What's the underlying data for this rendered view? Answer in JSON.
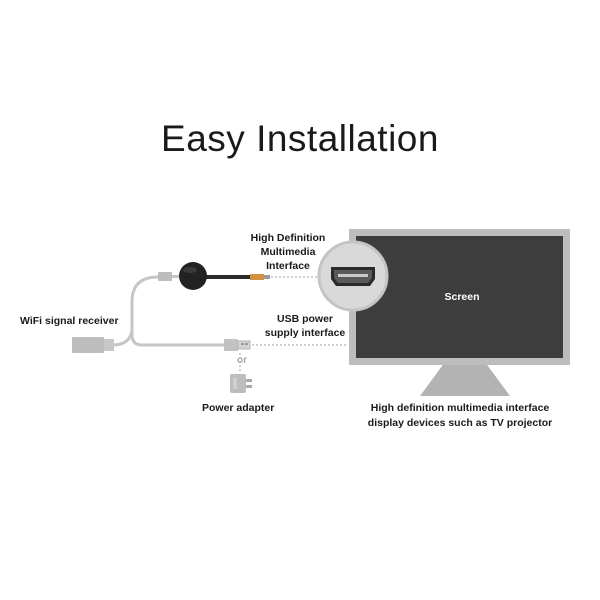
{
  "title": "Easy Installation",
  "labels": {
    "hdmi_interface": [
      "High Definition",
      "Multimedia",
      "Interface"
    ],
    "usb_power": [
      "USB power",
      "supply interface"
    ],
    "wifi_receiver": "WiFi signal receiver",
    "power_adapter": "Power adapter",
    "or": "or",
    "display_devices": [
      "High definition multimedia interface",
      "display devices such as TV projector"
    ],
    "screen": "Screen"
  },
  "colors": {
    "screen_fill": "#3d3d3d",
    "tv_frame": "#b9b9b9",
    "cable": "#c6c6c6",
    "dongle": "#222222",
    "connector_accent": "#d2913f"
  },
  "icons": [
    "chromecast-dongle-icon",
    "usb-plug-icon",
    "wall-power-adapter-icon",
    "hdmi-port-icon",
    "tv-monitor-icon"
  ]
}
